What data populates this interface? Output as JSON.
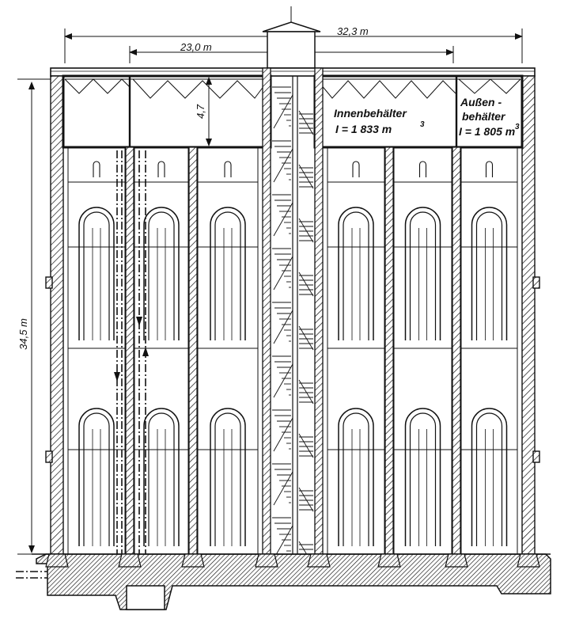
{
  "dimensions": {
    "overall_width": "32,3 m",
    "inner_width": "23,0 m",
    "height": "34,5 m",
    "roof_depth": "4,7"
  },
  "tanks": {
    "inner": {
      "name": "Innenbehälter",
      "volume": "I = 1 833 m",
      "volume_exp": "3"
    },
    "outer": {
      "name_line1": "Außen -",
      "name_line2": "behälter",
      "volume": "I = 1 805 m",
      "volume_exp": "3"
    }
  },
  "colors": {
    "ink": "#111111",
    "paper": "#ffffff"
  }
}
